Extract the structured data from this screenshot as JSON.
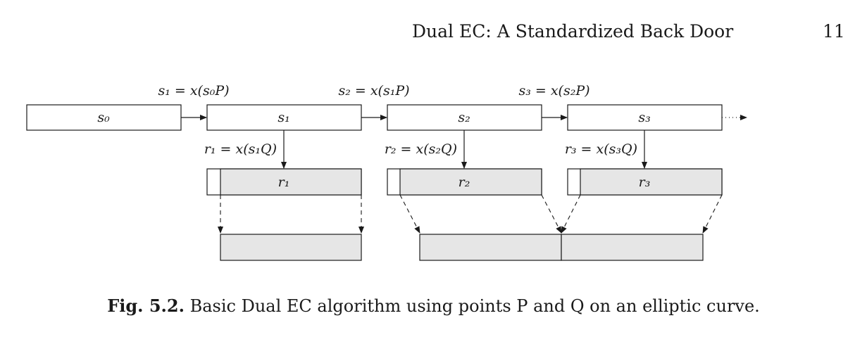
{
  "header": {
    "running_title": "Dual EC: A Standardized Back Door",
    "page_number": "11"
  },
  "figure": {
    "state_labels": [
      "s₀",
      "s₁",
      "s₂",
      "s₃"
    ],
    "output_labels": [
      "r₁",
      "r₂",
      "r₃"
    ],
    "state_update_labels": [
      "s₁ = x(s₀P)",
      "s₂ = x(s₁P)",
      "s₃ = x(s₂P)"
    ],
    "output_formula_labels": [
      "r₁ = x(s₁Q)",
      "r₂ = x(s₂Q)",
      "r₃ = x(s₃Q)"
    ],
    "continuation": "···"
  },
  "caption": {
    "label": "Fig. 5.2.",
    "text": "Basic Dual EC algorithm using points P and Q on an elliptic curve."
  }
}
